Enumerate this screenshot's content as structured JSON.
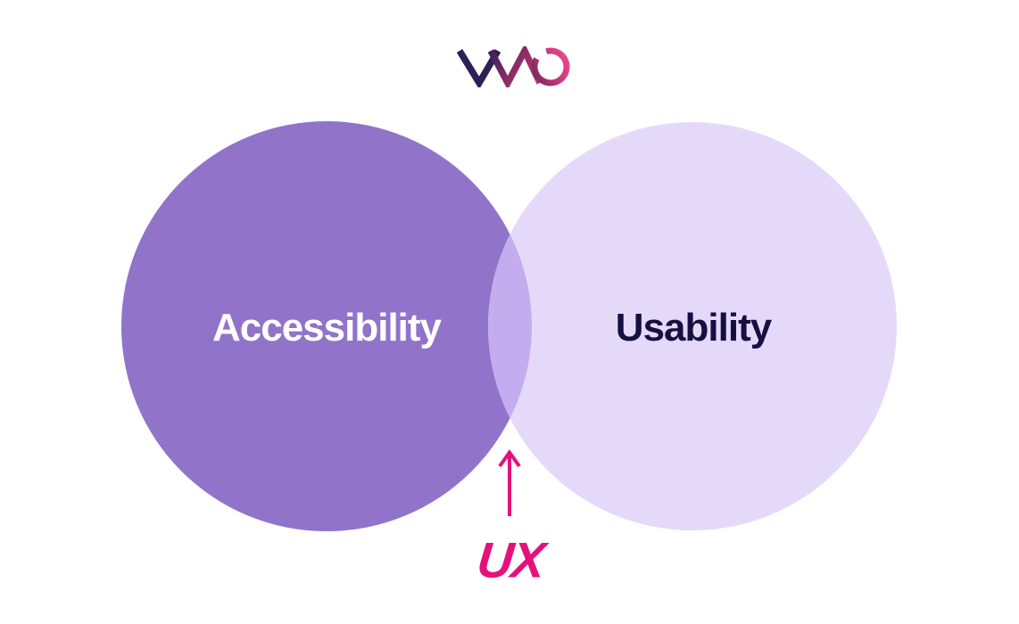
{
  "colors": {
    "background": "#ffffff",
    "left-circle": "#9173c9",
    "right-circle": "#e5d9fa",
    "overlap": "#c3adee",
    "accessibility-text": "#ffffff",
    "usability-text": "#161040",
    "accent-pink": "#e6107c",
    "logo-v": "#2f1f55",
    "logo-w-start": "#3a2059",
    "logo-w-mid": "#8c2d64",
    "logo-w-end": "#c23378",
    "logo-o-start": "#7e2a5e",
    "logo-o-end": "#e4488c"
  },
  "logo": {
    "brand": "VWO"
  },
  "diagram": {
    "type": "venn",
    "sets": [
      {
        "label": "Accessibility"
      },
      {
        "label": "Usability"
      }
    ],
    "overlap": {
      "callout_label": "UX",
      "arrow": "up-arrow"
    }
  }
}
